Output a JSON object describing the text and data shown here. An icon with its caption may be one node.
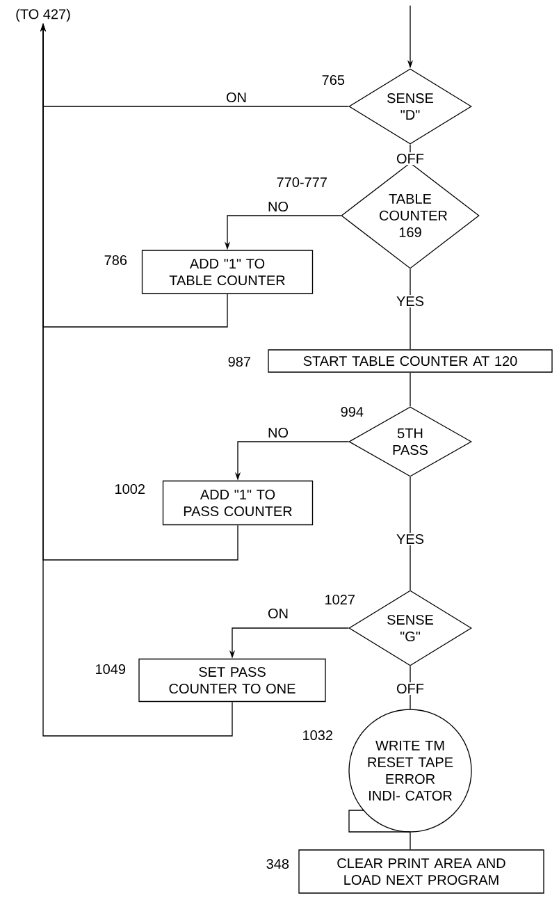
{
  "diagram": {
    "nodes": [
      {
        "text": [
          "SENSE \"D\""
        ],
        "beside": [
          "765"
        ]
      },
      {
        "text": [
          "TABLE COUNTER 169"
        ],
        "beside": [
          "770-777"
        ]
      },
      {
        "text": [
          "ADD \"1\" TO TABLE COUNTER"
        ],
        "beside": [
          "786"
        ]
      },
      {
        "text": [
          "START TABLE COUNTER AT 120"
        ],
        "beside": [
          "987"
        ]
      },
      {
        "text": [
          "5TH PASS"
        ],
        "beside": [
          "994"
        ]
      },
      {
        "text": [
          "ADD \"1\" TO PASS COUNTER"
        ],
        "beside": [
          "1002"
        ]
      },
      {
        "text": [
          "SENSE \"G\""
        ],
        "beside": [
          "1027"
        ]
      },
      {
        "text": [
          "SET PASS COUNTER TO ONE"
        ],
        "beside": [
          "1049"
        ]
      },
      {
        "text": [
          "WRITE TM RESET TAPE ERROR INDI- CATOR"
        ],
        "beside": [
          "1032"
        ]
      },
      {
        "text": [
          "CLEAR PRINT AREA AND LOAD NEXT PROGRAM"
        ],
        "beside": [
          "348"
        ]
      },
      {
        "text": [
          "(TO 427)"
        ]
      }
    ],
    "edges": [
      {
        "from": null,
        "to": 0,
        "arrow": "to"
      },
      {
        "from": 0,
        "to": 10,
        "arrow": "to",
        "label": "ON"
      },
      {
        "from": 0,
        "to": 1,
        "arrow": "none",
        "label": "OFF"
      },
      {
        "from": 1,
        "to": 2,
        "arrow": "to",
        "label": "NO"
      },
      {
        "from": 2,
        "to": 10,
        "arrow": "to"
      },
      {
        "from": 1,
        "to": 3,
        "arrow": "none",
        "label": "YES"
      },
      {
        "from": 3,
        "to": 4,
        "arrow": "none"
      },
      {
        "from": 4,
        "to": 5,
        "arrow": "to",
        "label": "NO"
      },
      {
        "from": 5,
        "to": 10,
        "arrow": "to"
      },
      {
        "from": 4,
        "to": 6,
        "arrow": "none",
        "label": "YES"
      },
      {
        "from": 6,
        "to": 7,
        "arrow": "to",
        "label": "ON"
      },
      {
        "from": 7,
        "to": 10,
        "arrow": "to"
      },
      {
        "from": 6,
        "to": 8,
        "arrow": "none",
        "label": "OFF"
      },
      {
        "from": 8,
        "to": 9,
        "arrow": "none"
      }
    ]
  }
}
